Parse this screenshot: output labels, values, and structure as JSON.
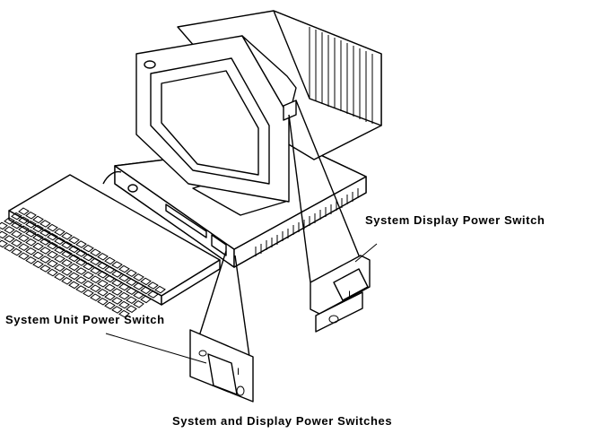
{
  "labels": {
    "display_switch": "System Display Power Switch",
    "unit_switch": "System Unit Power Switch",
    "caption": "System and Display Power Switches"
  },
  "switch_marks": {
    "on": "I",
    "off": "O"
  },
  "icons": [
    "system-unit",
    "monitor",
    "keyboard",
    "power-switch"
  ]
}
